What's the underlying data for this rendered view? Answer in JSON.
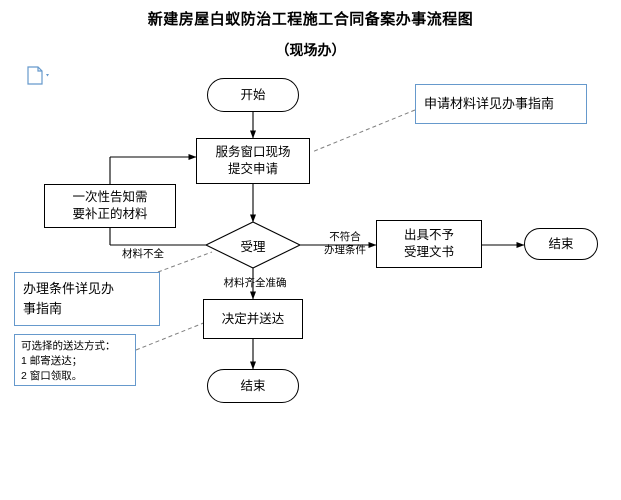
{
  "header": {
    "title": "新建房屋白蚁防治工程施工合同备案办事流程图",
    "subtitle": "（现场办）"
  },
  "icons": {
    "doc": "document-icon"
  },
  "nodes": {
    "start": "开始",
    "submit": "服务窗口现场\n提交申请",
    "notify": "一次性告知需\n要补正的材料",
    "accept": "受理",
    "reject_doc": "出具不予\n受理文书",
    "end_right": "结束",
    "deliver": "决定并送达",
    "end_bottom": "结束"
  },
  "notes": {
    "apply_guide": "申请材料详见办事指南",
    "condition_guide": "办理条件详见办\n事指南",
    "delivery_options": "可选择的送达方式：\n1 邮寄送达；\n2 窗口领取。"
  },
  "edge_labels": {
    "incomplete": "材料不全",
    "complete": "材料齐全准确",
    "not_qualified": "不符合\n办理条件"
  },
  "colors": {
    "note_border": "#6699cc",
    "line": "#000000",
    "dashed": "#808080"
  }
}
